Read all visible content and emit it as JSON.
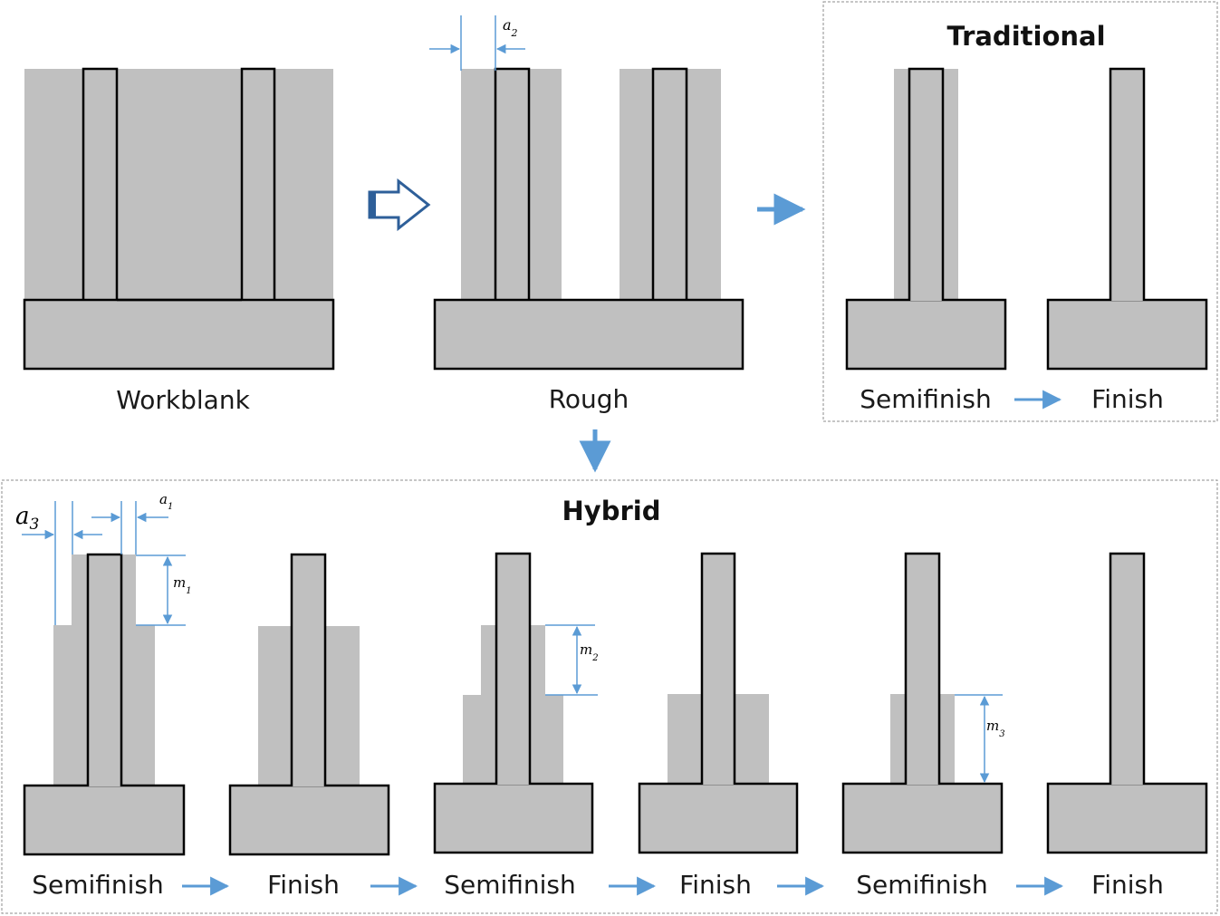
{
  "colors": {
    "part_fill": "#c0c0c0",
    "stock_fill": "#c0c0c0",
    "outline": "#000000",
    "arrow_blue": "#5b9bd5",
    "dim_blue": "#5b9bd5",
    "box_border": "#8c8c8c"
  },
  "top_row": {
    "workblank_label": "Workblank",
    "rough_label": "Rough",
    "rough_dim": {
      "symbol": "a",
      "subscript": "2"
    }
  },
  "traditional": {
    "title": "Traditional",
    "steps": [
      "Semifinish",
      "Finish"
    ]
  },
  "hybrid": {
    "title": "Hybrid",
    "steps": [
      "Semifinish",
      "Finish",
      "Semifinish",
      "Finish",
      "Semifinish",
      "Finish"
    ],
    "dims": {
      "a3": {
        "symbol": "a",
        "subscript": "3"
      },
      "a1": {
        "symbol": "a",
        "subscript": "1"
      },
      "m1": {
        "symbol": "m",
        "subscript": "1"
      },
      "m2": {
        "symbol": "m",
        "subscript": "2"
      },
      "m3": {
        "symbol": "m",
        "subscript": "3"
      }
    }
  }
}
